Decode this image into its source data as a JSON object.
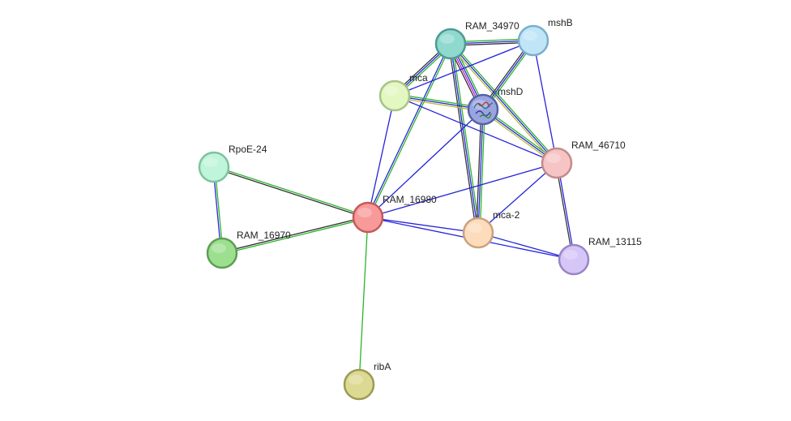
{
  "nodes": [
    {
      "id": "RAM_34970",
      "label": "RAM_34970",
      "fill": "#8fd9cf",
      "stroke": "#4e9a92"
    },
    {
      "id": "mshB",
      "label": "mshB",
      "fill": "#bfe5f7",
      "stroke": "#7aaecb"
    },
    {
      "id": "mca",
      "label": "mca",
      "fill": "#e2f7c2",
      "stroke": "#a7c483"
    },
    {
      "id": "mshD",
      "label": "mshD",
      "fill": "#9aa5e0",
      "stroke": "#5562a8",
      "has_structure": true
    },
    {
      "id": "RAM_46710",
      "label": "RAM_46710",
      "fill": "#f6c4c4",
      "stroke": "#c48a8a"
    },
    {
      "id": "RpoE-24",
      "label": "RpoE-24",
      "fill": "#bff5d8",
      "stroke": "#7ec2a0"
    },
    {
      "id": "RAM_16980",
      "label": "RAM_16980",
      "fill": "#f99a9a",
      "stroke": "#c45a5a"
    },
    {
      "id": "mca-2",
      "label": "mca-2",
      "fill": "#fddcbc",
      "stroke": "#c9a27e"
    },
    {
      "id": "RAM_16970",
      "label": "RAM_16970",
      "fill": "#9cdf8f",
      "stroke": "#5d9e55"
    },
    {
      "id": "RAM_13115",
      "label": "RAM_13115",
      "fill": "#d6c5f7",
      "stroke": "#9985c5"
    },
    {
      "id": "ribA",
      "label": "ribA",
      "fill": "#dcd993",
      "stroke": "#9c9a55"
    }
  ],
  "edges": [
    {
      "a": "RAM_34970",
      "b": "mshB",
      "colors": [
        "#2ab52a",
        "#2525d9",
        "#333333"
      ]
    },
    {
      "a": "RAM_34970",
      "b": "mca",
      "colors": [
        "#2ab52a",
        "#2525d9",
        "#333333"
      ]
    },
    {
      "a": "RAM_34970",
      "b": "mshD",
      "colors": [
        "#2ab52a",
        "#2525d9",
        "#c21fc2",
        "#333333"
      ]
    },
    {
      "a": "RAM_34970",
      "b": "RAM_46710",
      "colors": [
        "#2ab52a",
        "#2525d9",
        "#b8b832"
      ]
    },
    {
      "a": "RAM_34970",
      "b": "RAM_16980",
      "colors": [
        "#2ab52a",
        "#2525d9"
      ]
    },
    {
      "a": "RAM_34970",
      "b": "mca-2",
      "colors": [
        "#2ab52a",
        "#2525d9",
        "#333333"
      ]
    },
    {
      "a": "mshB",
      "b": "mshD",
      "colors": [
        "#2ab52a",
        "#2525d9",
        "#333333"
      ]
    },
    {
      "a": "mshB",
      "b": "RAM_46710",
      "colors": [
        "#2525d9"
      ]
    },
    {
      "a": "mshB",
      "b": "mca",
      "colors": [
        "#2525d9"
      ]
    },
    {
      "a": "mca",
      "b": "mshD",
      "colors": [
        "#2ab52a",
        "#2525d9",
        "#b8b832"
      ]
    },
    {
      "a": "mca",
      "b": "RAM_46710",
      "colors": [
        "#2525d9"
      ]
    },
    {
      "a": "mca",
      "b": "RAM_16980",
      "colors": [
        "#2525d9"
      ]
    },
    {
      "a": "mshD",
      "b": "RAM_46710",
      "colors": [
        "#2ab52a",
        "#2525d9",
        "#b8b832"
      ]
    },
    {
      "a": "mshD",
      "b": "RAM_16980",
      "colors": [
        "#2525d9"
      ]
    },
    {
      "a": "mshD",
      "b": "mca-2",
      "colors": [
        "#2ab52a",
        "#2525d9",
        "#333333"
      ]
    },
    {
      "a": "RAM_46710",
      "b": "RAM_16980",
      "colors": [
        "#2525d9"
      ]
    },
    {
      "a": "RAM_46710",
      "b": "mca-2",
      "colors": [
        "#2525d9"
      ]
    },
    {
      "a": "RAM_46710",
      "b": "RAM_13115",
      "colors": [
        "#2525d9",
        "#333333"
      ]
    },
    {
      "a": "RpoE-24",
      "b": "RAM_16980",
      "colors": [
        "#2ab52a",
        "#333333"
      ]
    },
    {
      "a": "RpoE-24",
      "b": "RAM_16970",
      "colors": [
        "#2ab52a",
        "#2525d9"
      ]
    },
    {
      "a": "RAM_16980",
      "b": "RAM_16970",
      "colors": [
        "#2ab52a",
        "#333333"
      ]
    },
    {
      "a": "RAM_16980",
      "b": "mca-2",
      "colors": [
        "#2525d9"
      ]
    },
    {
      "a": "RAM_16980",
      "b": "RAM_13115",
      "colors": [
        "#2525d9"
      ]
    },
    {
      "a": "RAM_16980",
      "b": "ribA",
      "colors": [
        "#2ab52a"
      ]
    },
    {
      "a": "mca-2",
      "b": "RAM_13115",
      "colors": [
        "#2525d9"
      ]
    }
  ]
}
